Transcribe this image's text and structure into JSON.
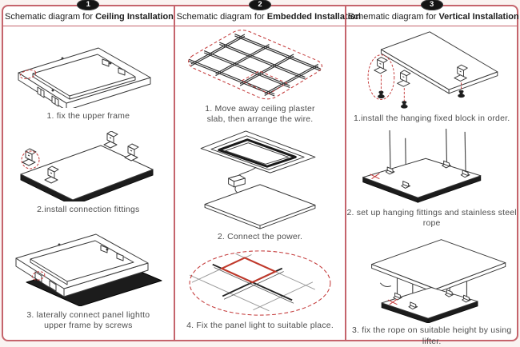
{
  "colors": {
    "border": "#c5646c",
    "badge_bg": "#141414",
    "badge_text": "#ffffff",
    "title_text": "#1c1c1c",
    "caption_text": "#4d4d4d",
    "line_art": "#3a3a3a",
    "dark_fill": "#1c1c1c",
    "highlight_red": "#c43b3b"
  },
  "panels": [
    {
      "badge": "1",
      "title_prefix": "Schematic diagram for",
      "title_bold": "Ceiling Installation",
      "captions": [
        "1. fix the upper frame",
        "2.install connection fittings",
        "3. laterally connect panel lightto\nupper frame by screws"
      ]
    },
    {
      "badge": "2",
      "title_prefix": "Schematic diagram for",
      "title_bold": "Embedded Installation",
      "captions": [
        "1. Move away ceiling plaster\nslab, then arrange the wire.",
        "2. Connect the power.",
        "4. Fix the panel light to suitable place."
      ]
    },
    {
      "badge": "3",
      "title_prefix": "Schematic diagram for",
      "title_bold": "Vertical Installation",
      "captions": [
        "1.install the hanging fixed block in order.",
        "2. set up hanging fittings and stainless steel rope",
        "3. fix the rope on suitable height by using lifter."
      ]
    }
  ]
}
